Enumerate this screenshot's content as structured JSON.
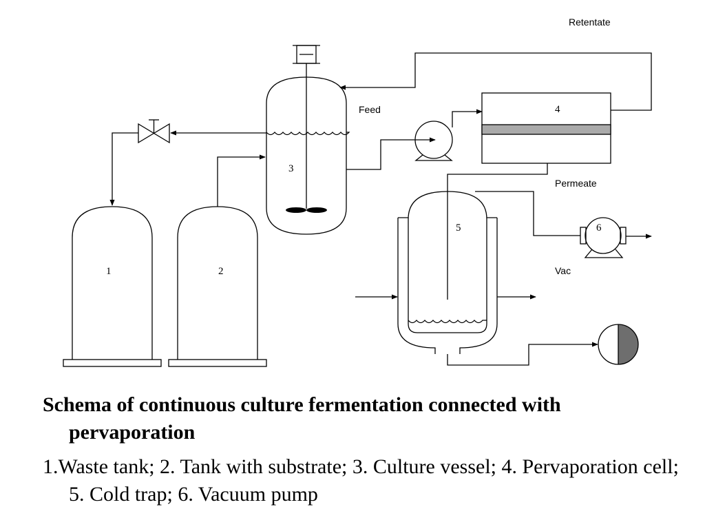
{
  "labels": {
    "retentate": "Retentate",
    "feed": "Feed",
    "permeate": "Permeate",
    "vac": "Vac",
    "n1": "1",
    "n2": "2",
    "n3": "3",
    "n4": "4",
    "n5": "5",
    "n6": "6"
  },
  "caption": {
    "title": "Schema of continuous culture fermentation connected with pervaporation",
    "legend": "1.Waste tank; 2. Tank with substrate; 3. Culture vessel; 4. Pervaporation cell; 5. Cold trap; 6. Vacuum pump"
  },
  "colors": {
    "line": "#000000",
    "membrane": "#aaaaaa",
    "detector_fill": "#6e6e6e"
  }
}
